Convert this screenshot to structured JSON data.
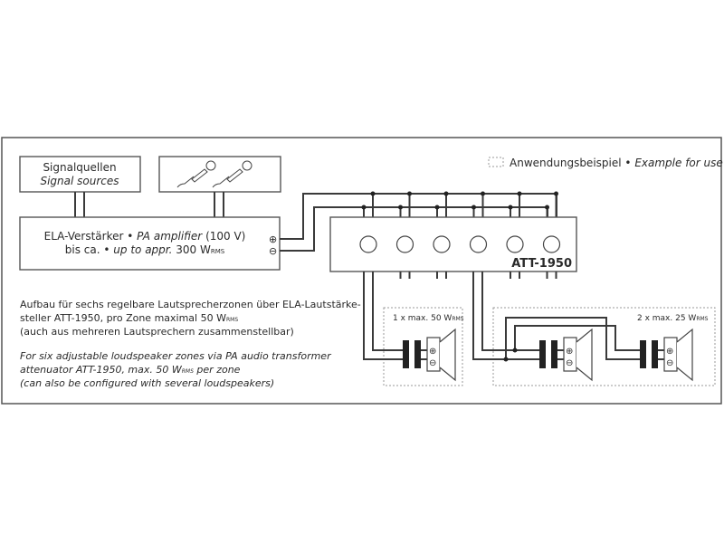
{
  "legend": {
    "label_de": "Anwendungsbeispiel",
    "separator": "•",
    "label_en": "Example for use"
  },
  "signal_sources": {
    "label_de": "Signalquellen",
    "label_en": "Signal sources"
  },
  "microphones": {
    "icon": "microphone-icon",
    "count": 2
  },
  "amplifier": {
    "line1_de": "ELA-Verstärker",
    "line1_sep": "•",
    "line1_en": "PA amplifier",
    "line1_suffix": "(100 V)",
    "line2_de": "bis ca.",
    "line2_sep": "•",
    "line2_en": "up to appr.",
    "line2_value": "300 W",
    "line2_sub": "RMS",
    "plus": "⊕",
    "minus": "⊖"
  },
  "attenuator": {
    "model": "ATT-1950",
    "knob_count": 6
  },
  "zone1": {
    "label": "1 x max. 50 W",
    "sub": "RMS"
  },
  "zone2": {
    "label": "2 x max. 25 W",
    "sub": "RMS"
  },
  "speaker_terminals": {
    "plus": "⊕",
    "minus": "⊖"
  },
  "description_de": {
    "line1": "Aufbau für sechs regelbare Lautsprecherzonen über ELA-Lautstärke-",
    "line2": "steller ATT-1950, pro Zone maximal 50 W",
    "line2_sub": "RMS",
    "line3": "(auch aus mehreren Lautsprechern zusammenstellbar)"
  },
  "description_en": {
    "line1": "For six adjustable loudspeaker zones via PA audio transformer",
    "line2a": "attenuator ATT-1950, max. 50 W",
    "line2_sub": "RMS",
    "line2b": " per zone",
    "line3": "(can also be configured with several loudspeakers)"
  }
}
